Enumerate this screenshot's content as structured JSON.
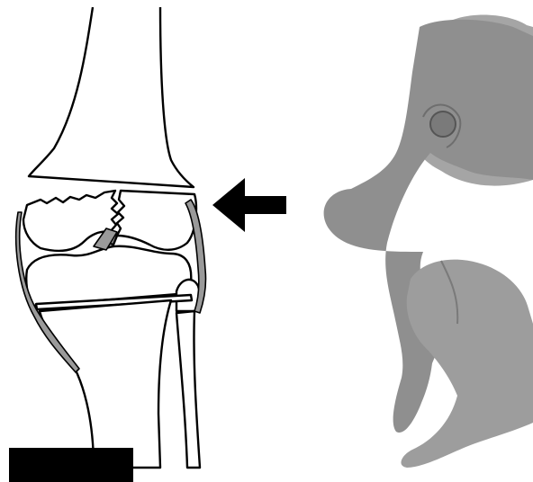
{
  "figure": {
    "panels": [
      {
        "id": "knee",
        "subject": "knee-joint-line-drawing"
      },
      {
        "id": "players",
        "subject": "two-player-silhouettes"
      }
    ],
    "arrow": {
      "direction": "left",
      "color": "#000000"
    },
    "colors": {
      "bone_fill": "#ffffff",
      "outline": "#000000",
      "ligament": "#9a9a9a",
      "silhouette_front": "#8f8f8f",
      "silhouette_back": "#a5a5a5",
      "redaction_bar": "#000000"
    }
  }
}
